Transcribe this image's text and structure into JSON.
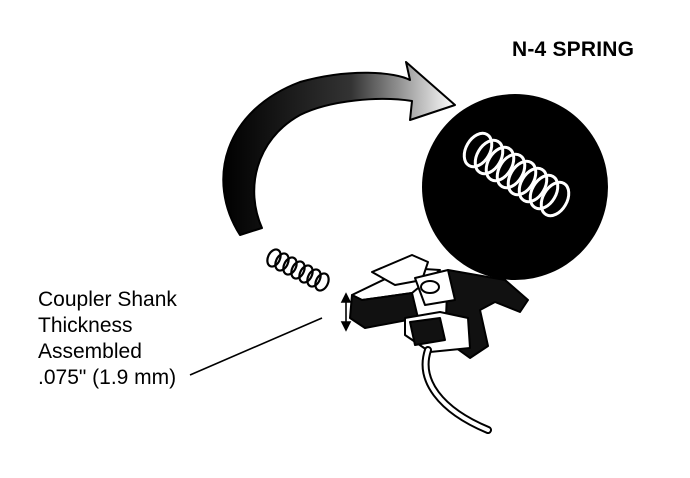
{
  "diagram": {
    "spring_label": "N-4 SPRING",
    "callout_lines": [
      "Coupler Shank",
      "Thickness",
      "Assembled",
      ".075\" (1.9 mm)"
    ]
  },
  "colors": {
    "ink": "#000000",
    "paper": "#ffffff"
  },
  "icons": {
    "insertion_arrow": "curved-arrow-icon",
    "magnified_spring": "spring-icon",
    "loose_spring": "spring-icon",
    "coupler": "coupler-icon"
  }
}
